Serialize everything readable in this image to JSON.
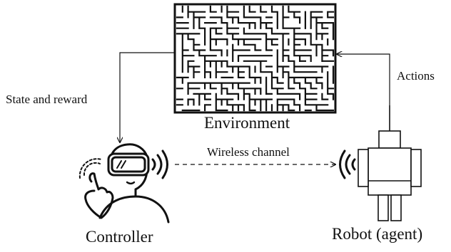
{
  "nodes": {
    "environment": {
      "label": "Environment"
    },
    "controller": {
      "label": "Controller"
    },
    "robot": {
      "label": "Robot (agent)"
    }
  },
  "edges": {
    "state_reward": {
      "label": "State and reward"
    },
    "actions": {
      "label": "Actions"
    },
    "wireless": {
      "label": "Wireless channel"
    }
  },
  "colors": {
    "ink": "#111111",
    "background": "#ffffff"
  }
}
